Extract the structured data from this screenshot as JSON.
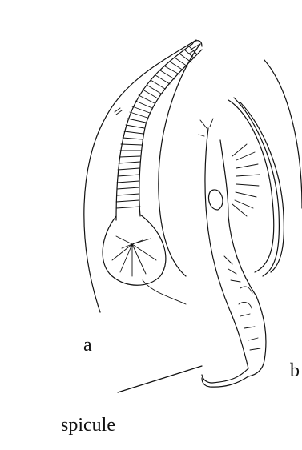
{
  "figure": {
    "panel_a_label": "a",
    "panel_b_label": "b",
    "pointer_label": "spicule"
  }
}
